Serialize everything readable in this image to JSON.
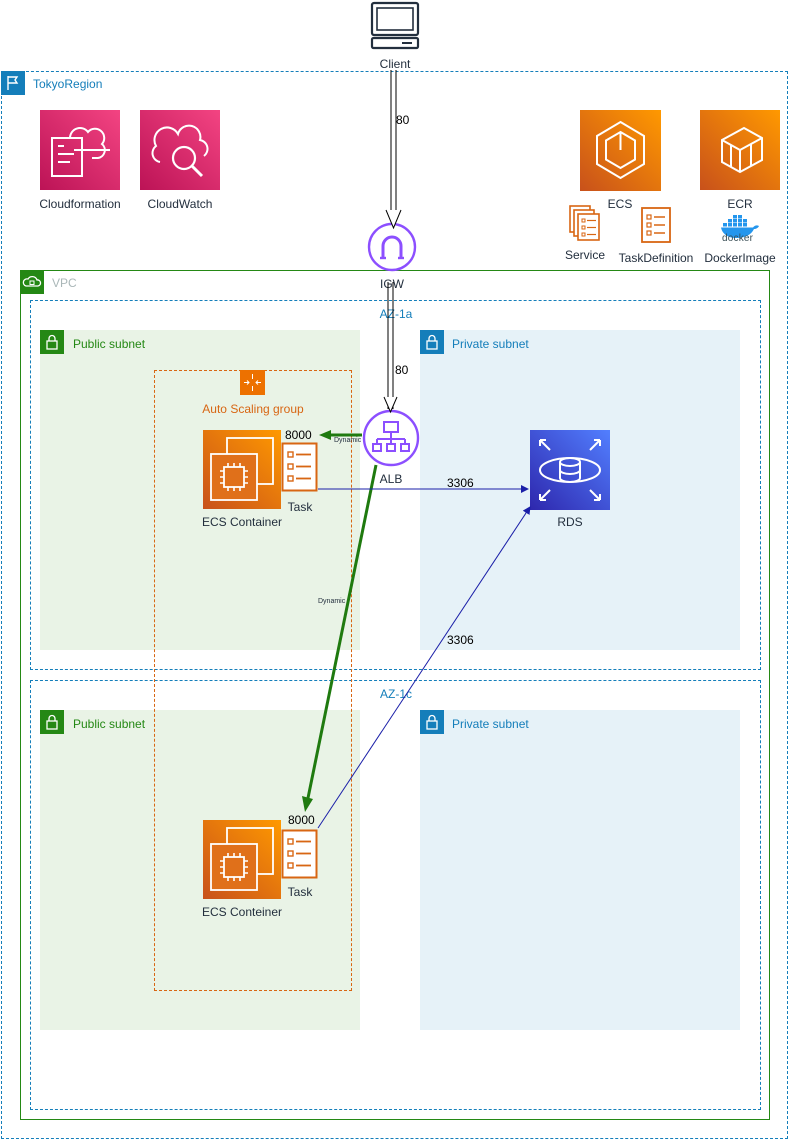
{
  "client": {
    "label": "Client"
  },
  "region": {
    "title": "TokyoRegion"
  },
  "services": {
    "cloudformation": "Cloudformation",
    "cloudwatch": "CloudWatch",
    "ecs": "ECS",
    "ecr": "ECR",
    "service": "Service",
    "task_definition": "TaskDefinition",
    "docker_image": "DockerImage",
    "docker_logo_text": "docker"
  },
  "network": {
    "igw": "IGW",
    "vpc": "VPC",
    "az1": "AZ-1a",
    "az2": "AZ-1c",
    "public_subnet": "Public subnet",
    "private_subnet": "Private subnet",
    "asg": "Auto Scaling group",
    "alb": "ALB",
    "rds": "RDS"
  },
  "containers": {
    "c1_label": "ECS Container",
    "c2_label": "ECS Conteiner",
    "task": "Task",
    "port_8000": "8000"
  },
  "edges": {
    "port_80": "80",
    "port_3306": "3306",
    "dynamic": "Dynamic"
  },
  "colors": {
    "region": "#147eba",
    "vpc": "#248814",
    "public_subnet_bg": "#e9f3e6",
    "private_subnet_bg": "#e6f2f8",
    "management": "#e7157b",
    "compute": "#ed7100",
    "network": "#8c4fff",
    "database": "#3b48cc",
    "green_arrow": "#1f7a0f",
    "blue_arrow": "#1a1fa8"
  }
}
